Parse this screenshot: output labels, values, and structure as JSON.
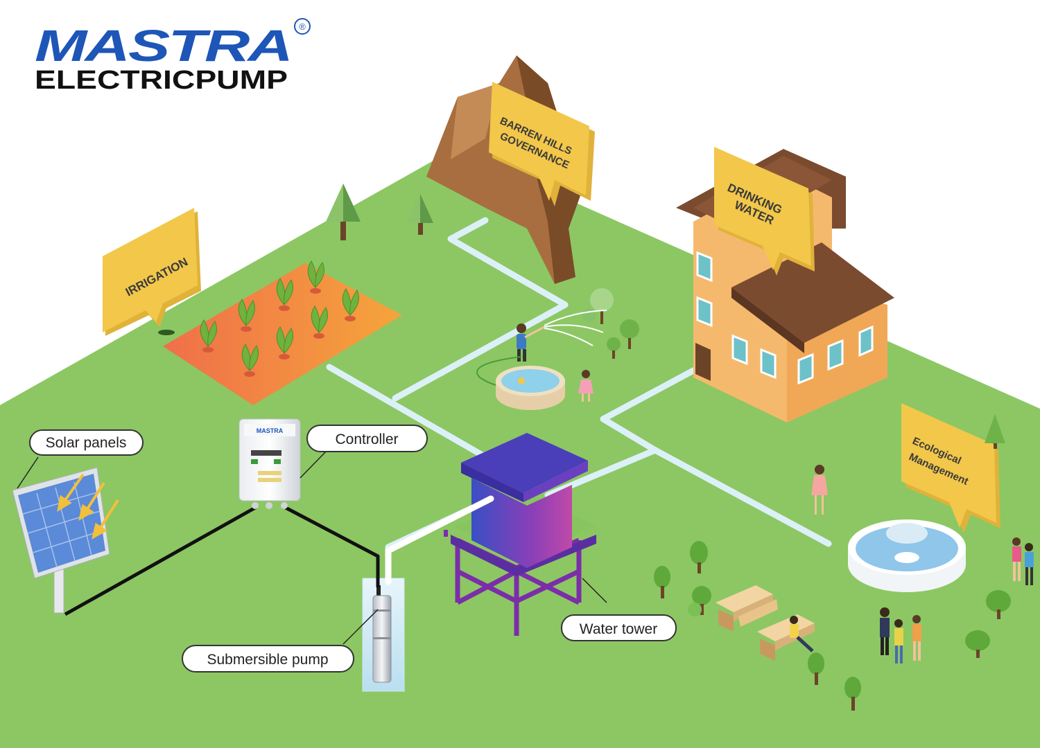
{
  "brand": {
    "logo_text": "MASTRA",
    "registered_mark": "®",
    "subtitle": "ELECTRICPUMP",
    "color": "#1e56b8"
  },
  "signs": {
    "irrigation": "IRRIGATION",
    "barren_hills": [
      "BARREN HILLS",
      "GOVERNANCE"
    ],
    "drinking_water": [
      "DRINKING",
      "WATER"
    ],
    "ecological": [
      "Ecological",
      "Management"
    ]
  },
  "callouts": {
    "solar_panels": "Solar panels",
    "controller": "Controller",
    "submersible_pump": "Submersible pump",
    "water_tower": "Water tower"
  },
  "colors": {
    "ground": "#8cc763",
    "sign": "#f2c74a",
    "pipe": "#dcf0f8",
    "tower": "#5b3db8",
    "field": "#f28b4a"
  }
}
